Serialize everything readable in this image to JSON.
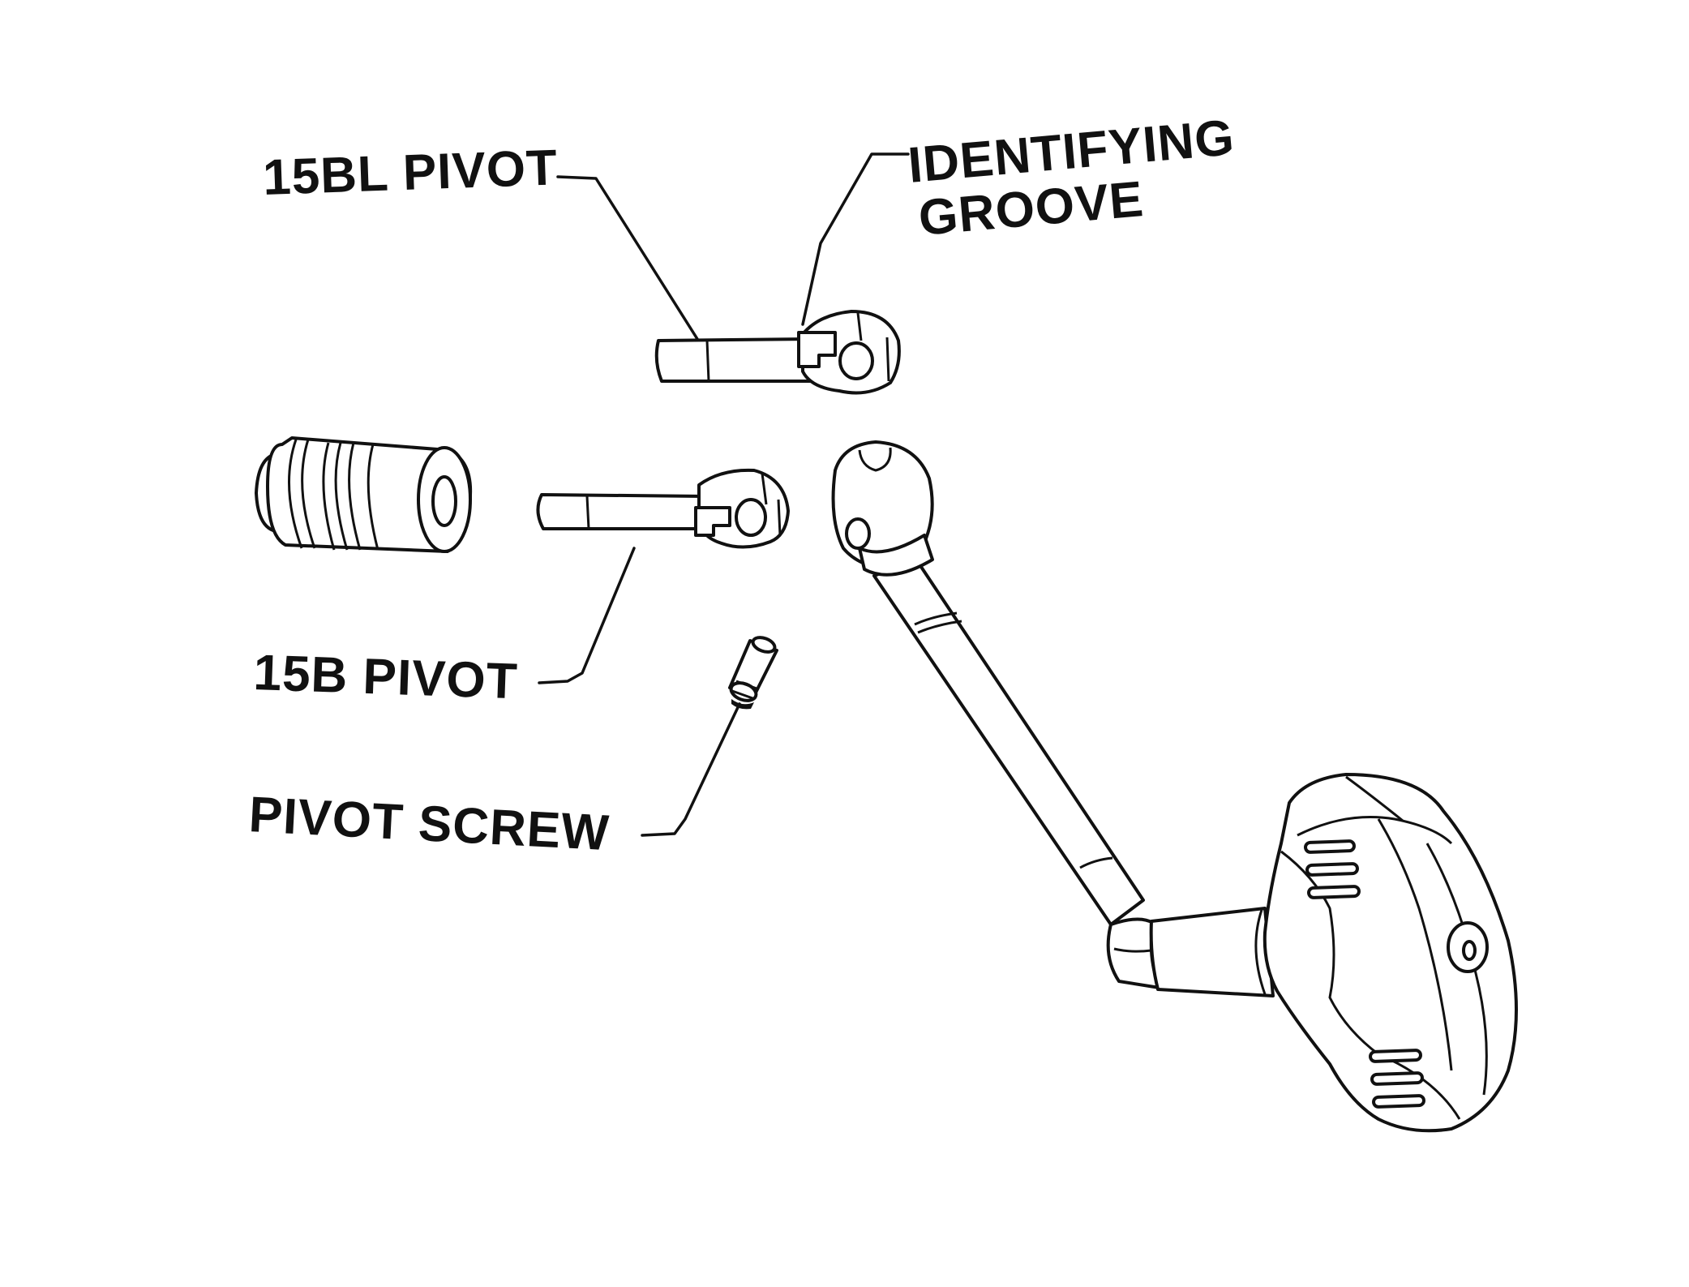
{
  "labels": {
    "pivot_15bl": "15BL PIVOT",
    "identifying_line1": "IDENTIFYING",
    "identifying_line2": "GROOVE",
    "pivot_15b": "15B PIVOT",
    "pivot_screw": "PIVOT SCREW"
  },
  "colors": {
    "ink": "#111111",
    "paper": "#ffffff"
  }
}
